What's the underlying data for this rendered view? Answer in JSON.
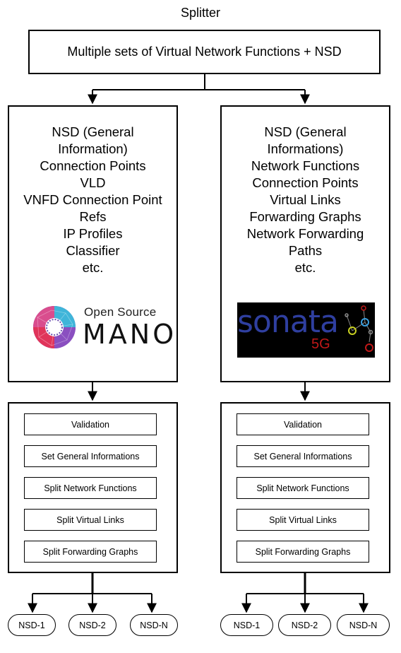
{
  "title": "Splitter",
  "top_box": {
    "text": "Multiple sets of Virtual Network Functions + NSD"
  },
  "left": {
    "content": [
      "NSD (General",
      "Information)",
      "Connection Points",
      "VLD",
      "VNFD Connection Point",
      "Refs",
      "IP Profiles",
      "Classifier",
      "etc."
    ],
    "logo": {
      "line1": "Open Source",
      "line2": "MANO"
    },
    "steps": [
      "Validation",
      "Set General Informations",
      "Split Network Functions",
      "Split Virtual Links",
      "Split Forwarding Graphs"
    ],
    "outputs": [
      "NSD-1",
      "NSD-2",
      "NSD-N"
    ]
  },
  "right": {
    "content": [
      "NSD (General",
      "Informations)",
      "Network Functions",
      "Connection Points",
      "Virtual Links",
      "Forwarding Graphs",
      "Network Forwarding",
      "Paths",
      "etc."
    ],
    "logo": {
      "word": "sonata",
      "sub": "5G"
    },
    "steps": [
      "Validation",
      "Set General Informations",
      "Split Network Functions",
      "Split Virtual Links",
      "Split Forwarding Graphs"
    ],
    "outputs": [
      "NSD-1",
      "NSD-2",
      "NSD-N"
    ]
  },
  "colors": {
    "line": "#000000",
    "sonata_blue": "#2f3fa0",
    "sonata_red": "#c01818"
  }
}
